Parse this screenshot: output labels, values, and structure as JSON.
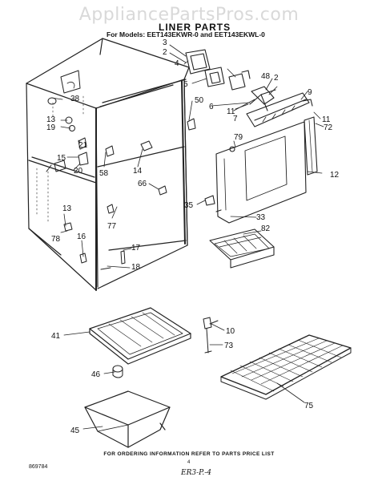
{
  "watermark": "AppliancePartsPros.com",
  "header": {
    "title": "LINER PARTS",
    "models": "For Models: EET143EKWR-0 and EET143EKWL-0"
  },
  "footer": {
    "ordering_note": "FOR ORDERING INFORMATION REFER TO PARTS PRICE LIST",
    "drawing_code": "869784",
    "page_number": "4",
    "handwritten": "ER3-P.-4"
  },
  "callouts": {
    "c3": "3",
    "c2a": "2",
    "c4": "4",
    "c5": "5",
    "c48": "48",
    "c2b": "2",
    "c50": "50",
    "c6": "6",
    "c11a": "11",
    "c7": "7",
    "c9": "9",
    "c11b": "11",
    "c72": "72",
    "c38": "38",
    "c13a": "13",
    "c19": "19",
    "c21": "21",
    "c15": "15",
    "c20": "20",
    "c58": "58",
    "c14": "14",
    "c79": "79",
    "c12": "12",
    "c66": "66",
    "c35": "35",
    "c13b": "13",
    "c77": "77",
    "c33": "33",
    "c78": "78",
    "c16": "16",
    "c82": "82",
    "c17": "17",
    "c18": "18",
    "c41": "41",
    "c10": "10",
    "c73": "73",
    "c46": "46",
    "c75": "75",
    "c45": "45"
  }
}
